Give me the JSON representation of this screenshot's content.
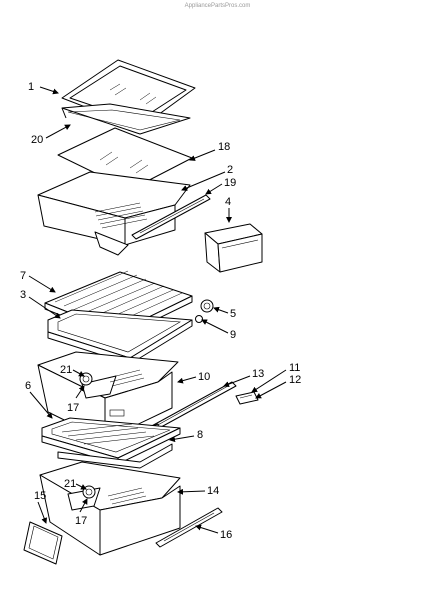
{
  "watermark": "AppliancePartsPros.com",
  "callouts": [
    "1",
    "20",
    "18",
    "2",
    "19",
    "4",
    "7",
    "3",
    "5",
    "9",
    "21",
    "17",
    "10",
    "13",
    "11",
    "12",
    "6",
    "8",
    "21",
    "14",
    "15",
    "17",
    "16"
  ]
}
